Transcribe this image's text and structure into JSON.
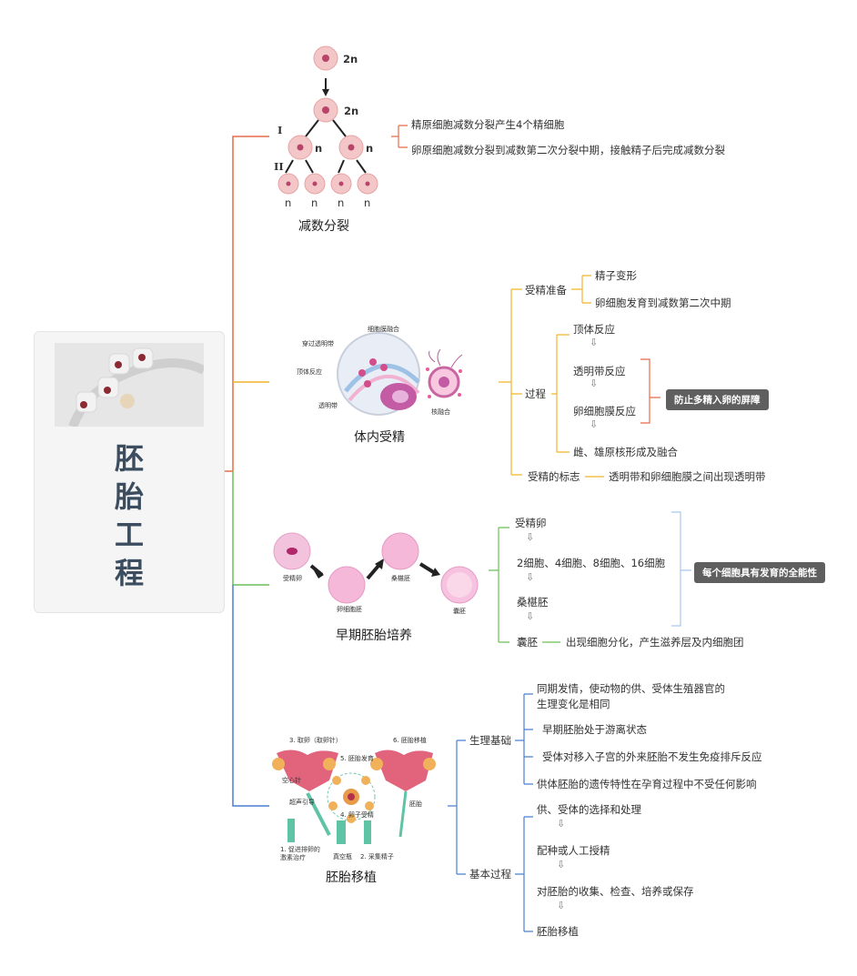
{
  "root": {
    "title_chars": [
      "胚",
      "胎",
      "工",
      "程"
    ]
  },
  "colors": {
    "branch1": "#e86a4a",
    "branch2": "#f2b32b",
    "branch3": "#6abf58",
    "branch4": "#4a7fd1",
    "badge": "#5f5f5f"
  },
  "meiosis": {
    "caption": "减数分裂",
    "labels": {
      "top": "2n",
      "second": "2n",
      "n": "n",
      "roman1": "I",
      "roman2": "II"
    },
    "items": [
      "精原细胞减数分裂产生4个精细胞",
      "卵原细胞减数分裂到减数第二次分裂中期，接触精子后完成减数分裂"
    ]
  },
  "fertilization": {
    "caption": "体内受精",
    "figure_labels": [
      "细胞膜融合",
      "穿过透明带",
      "顶体反应",
      "透明带",
      "核融合"
    ],
    "prep": {
      "label": "受精准备",
      "children": [
        "精子变形",
        "卵细胞发育到减数第二次中期"
      ]
    },
    "process": {
      "label": "过程",
      "steps": [
        "顶体反应",
        "透明带反应",
        "卵细胞膜反应",
        "雌、雄原核形成及融合"
      ],
      "note": "防止多精入卵的屏障"
    },
    "mark": {
      "label": "受精的标志",
      "text": "透明带和卵细胞膜之间出现透明带"
    }
  },
  "culture": {
    "caption": "早期胚胎培养",
    "figure_labels": [
      "受精卵",
      "卵细胞胚",
      "桑椹胚",
      "囊胚"
    ],
    "steps": [
      "受精卵",
      "2细胞、4细胞、8细胞、16细胞",
      "桑椹胚",
      "囊胚"
    ],
    "blastocyst_text": "出现细胞分化，产生滋养层及内细胞团",
    "note": "每个细胞具有发育的全能性"
  },
  "transfer": {
    "caption": "胚胎移植",
    "figure_labels": [
      "3. 取卵（取卵针）",
      "6. 胚胎移植",
      "空心针",
      "5. 胚胎发育",
      "超声引导",
      "4. 卵子受精",
      "胚胎",
      "1. 促进排卵的激素治疗",
      "真空瓶",
      "2. 采集精子"
    ],
    "basis": {
      "label": "生理基础",
      "items": [
        "同期发情，使动物的供、受体生殖器官的",
        "生理变化是相同",
        "早期胚胎处于游离状态",
        "受体对移入子宫的外来胚胎不发生免疫排斥反应",
        "供体胚胎的遗传特性在孕育过程中不受任何影响"
      ]
    },
    "process": {
      "label": "基本过程",
      "steps": [
        "供、受体的选择和处理",
        "配种或人工授精",
        "对胚胎的收集、检查、培养或保存",
        "胚胎移植"
      ]
    }
  },
  "arrow_glyph": "⇩"
}
